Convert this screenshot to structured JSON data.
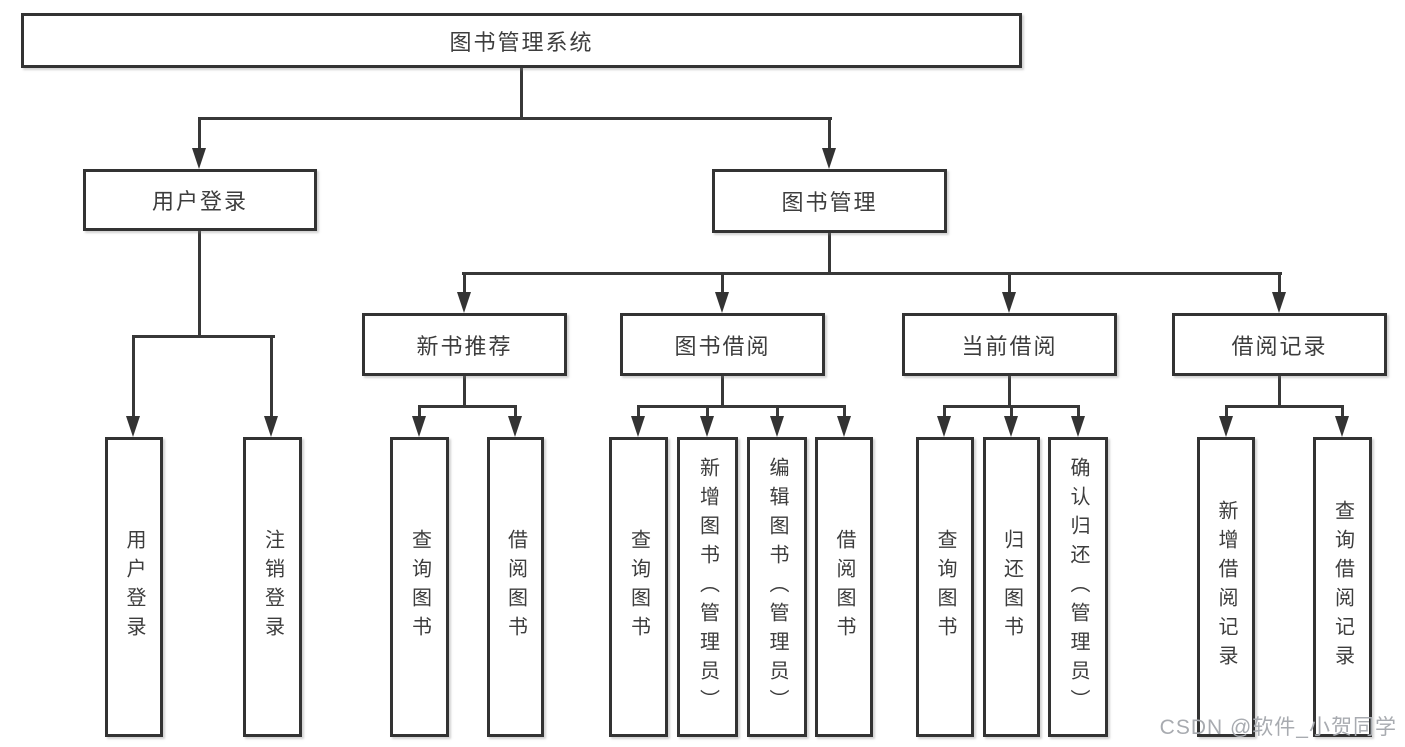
{
  "style": {
    "background": "#ffffff",
    "line_color": "#333333",
    "text_color": "#3d3d3d",
    "watermark_color": "#a8abb0"
  },
  "watermark": {
    "text": "CSDN @软件_小贺同学"
  },
  "tree": {
    "label": "图书管理系统",
    "children": [
      {
        "label": "用户登录",
        "children": [
          {
            "label": "用户登录"
          },
          {
            "label": "注销登录"
          }
        ]
      },
      {
        "label": "图书管理",
        "children": [
          {
            "label": "新书推荐",
            "children": [
              {
                "label": "查询图书"
              },
              {
                "label": "借阅图书"
              }
            ]
          },
          {
            "label": "图书借阅",
            "children": [
              {
                "label": "查询图书"
              },
              {
                "label": "新增图书（管理员）"
              },
              {
                "label": "编辑图书（管理员）"
              },
              {
                "label": "借阅图书"
              }
            ]
          },
          {
            "label": "当前借阅",
            "children": [
              {
                "label": "查询图书"
              },
              {
                "label": "归还图书"
              },
              {
                "label": "确认归还（管理员）"
              }
            ]
          },
          {
            "label": "借阅记录",
            "children": [
              {
                "label": "新增借阅记录"
              },
              {
                "label": "查询借阅记录"
              }
            ]
          }
        ]
      }
    ]
  }
}
